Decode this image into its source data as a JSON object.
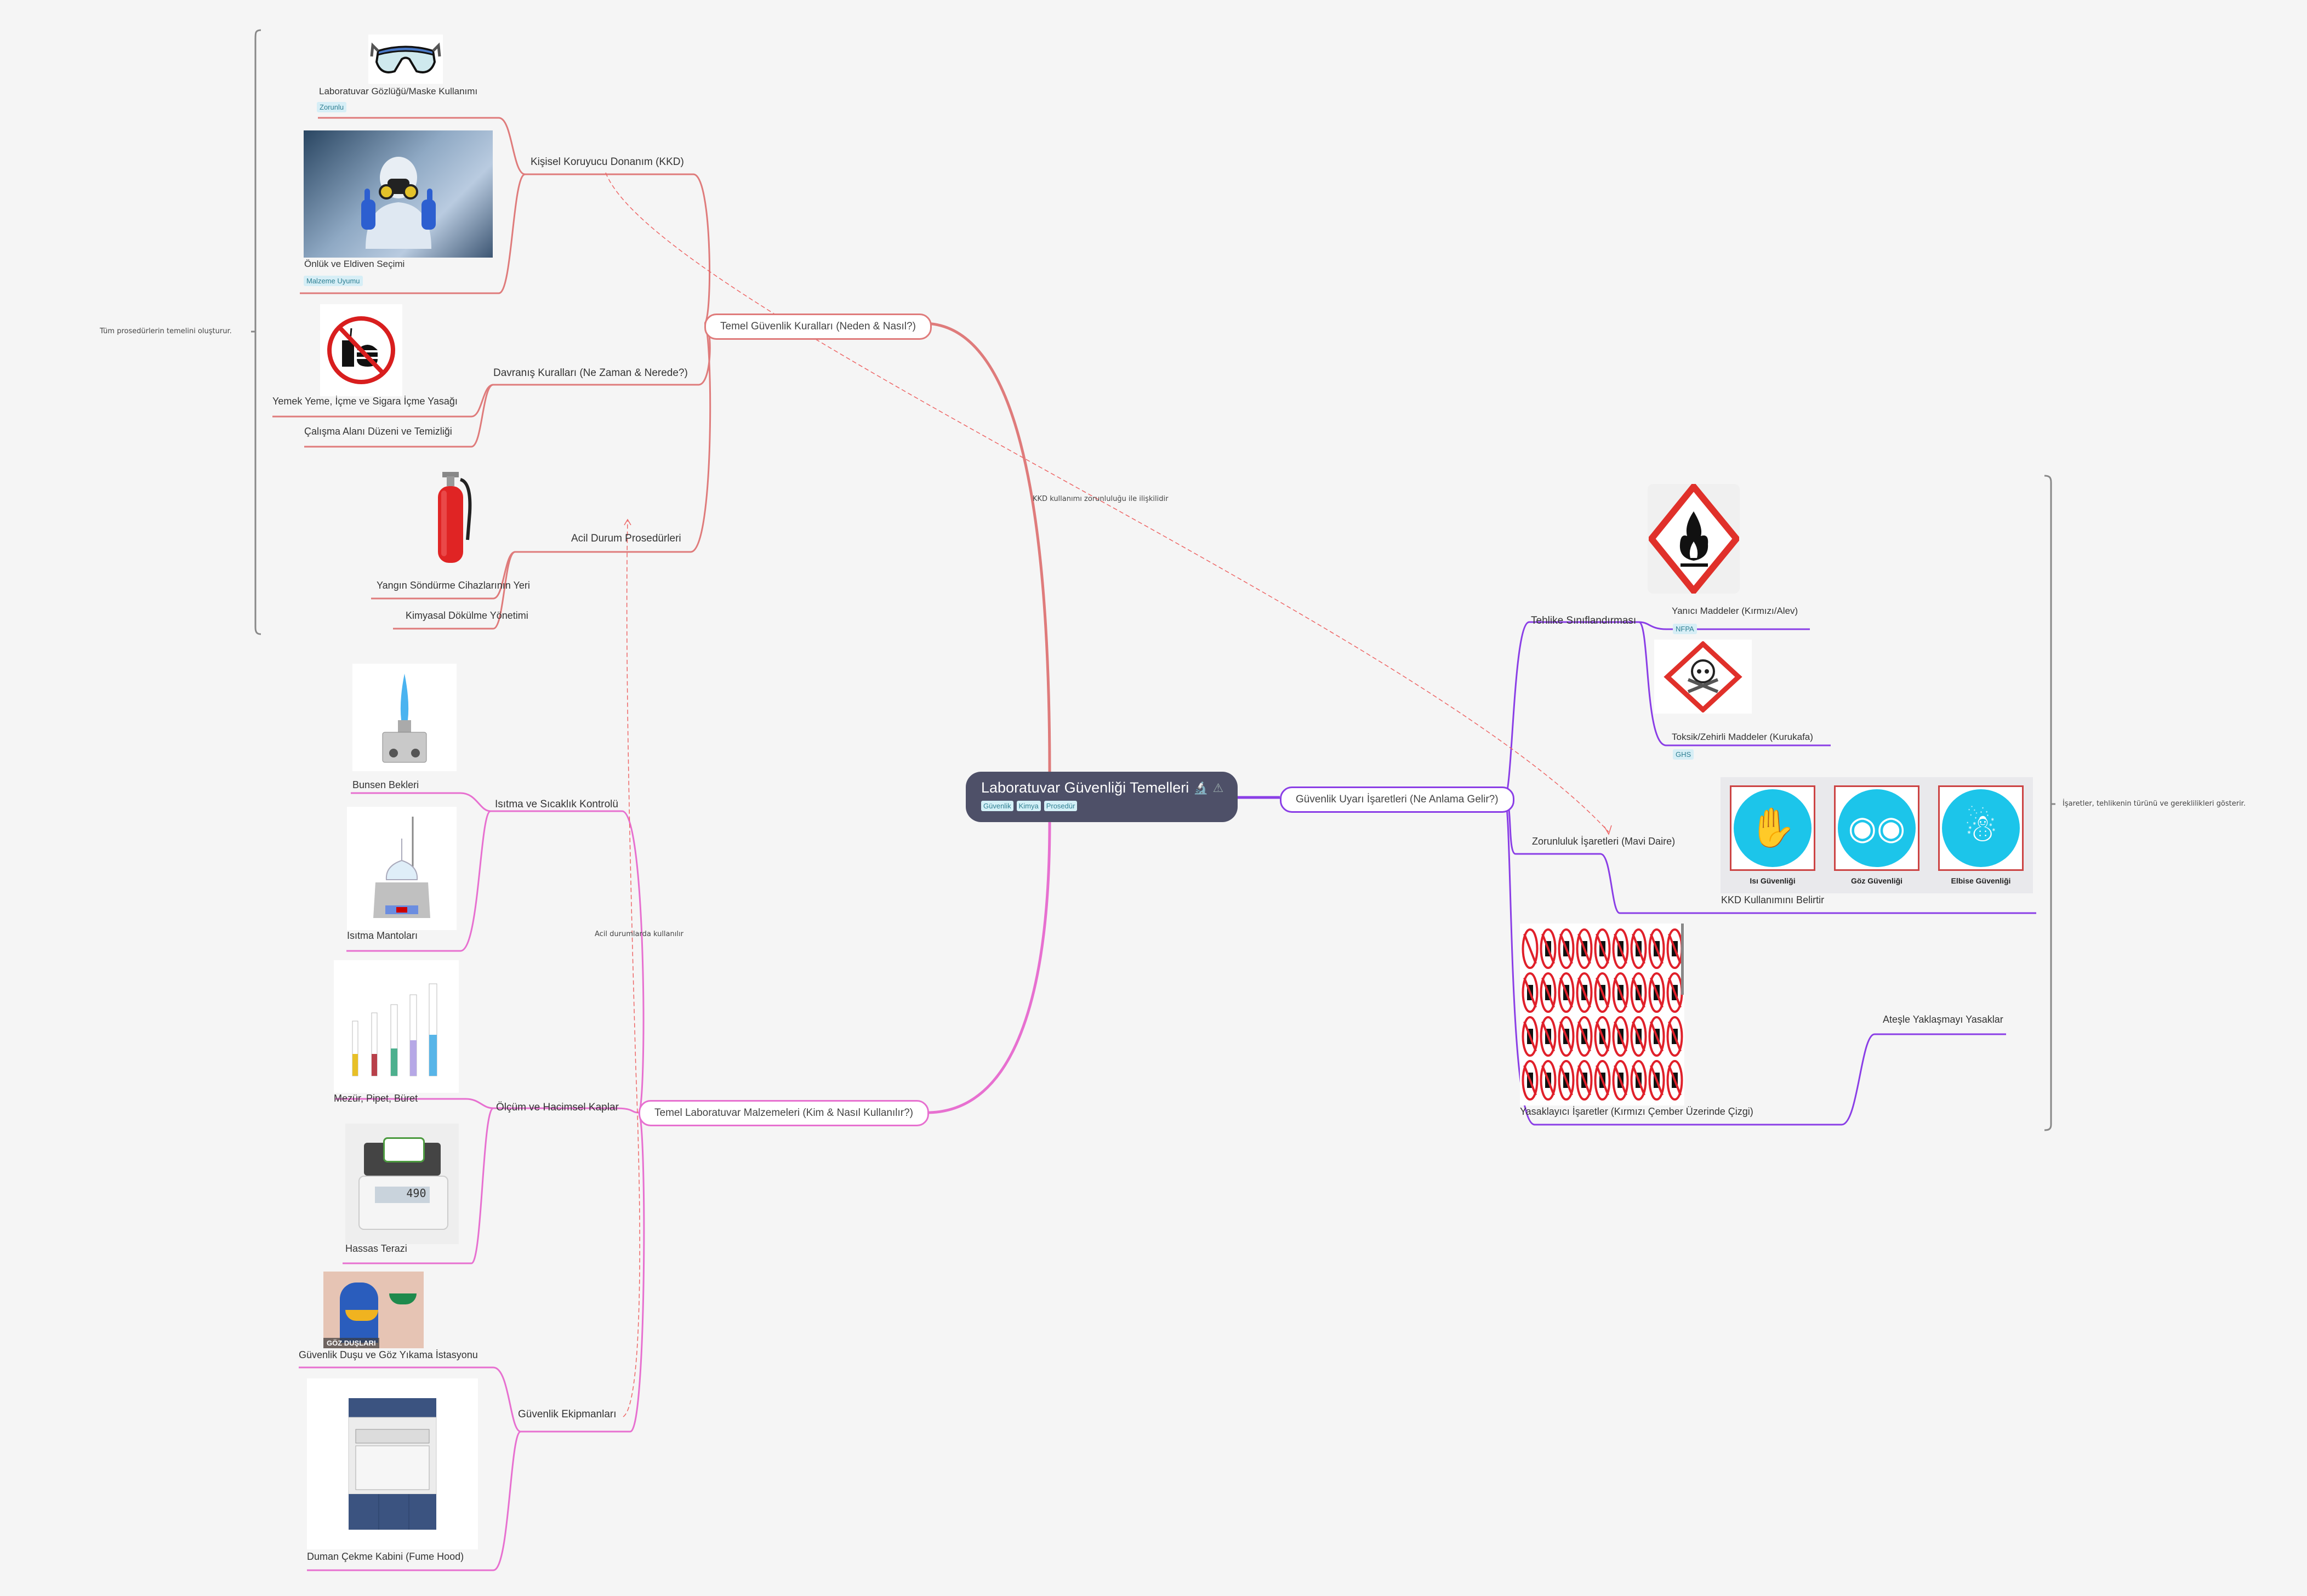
{
  "root": {
    "title": "Laboratuvar Güvenliği Temelleri",
    "icons": [
      "microscope-icon",
      "warning-icon"
    ],
    "tags": [
      "Güvenlik",
      "Kimya",
      "Prosedür"
    ]
  },
  "colors": {
    "background": "#f5f5f5",
    "root": "#4e5068",
    "branch_rules": "#df7b7b",
    "branch_signs": "#8a3ee6",
    "branch_equipment": "#e770d0",
    "tag_bg": "#d6eef6",
    "tag_text": "#2f7f92"
  },
  "branches": {
    "rules": {
      "label": "Temel Güvenlik Kuralları (Neden & Nasıl?)",
      "summary": "Tüm prosedürlerin temelini oluşturur.",
      "children": [
        {
          "label": "Kişisel Koruyucu Donanım (KKD)",
          "children": [
            {
              "label": "Laboratuvar Gözlüğü/Maske Kullanımı",
              "tag": "Zorunlu",
              "image": "safety-goggles"
            },
            {
              "label": "Önlük ve Eldiven Seçimi",
              "tag": "Malzeme Uyumu",
              "image": "ppe-worker-photo"
            }
          ]
        },
        {
          "label": "Davranış Kuralları (Ne Zaman & Nerede?)",
          "children": [
            {
              "label": "Yemek Yeme, İçme ve Sigara İçme Yasağı",
              "image": "no-food-drink-sign"
            },
            {
              "label": "Çalışma Alanı Düzeni ve Temizliği"
            }
          ]
        },
        {
          "label": "Acil Durum Prosedürleri",
          "children": [
            {
              "label": "Yangın Söndürme Cihazlarının Yeri",
              "image": "fire-extinguisher"
            },
            {
              "label": "Kimyasal Dökülme Yönetimi"
            }
          ]
        }
      ]
    },
    "signs": {
      "label": "Güvenlik Uyarı İşaretleri (Ne Anlama Gelir?)",
      "summary": "İşaretler, tehlikenin türünü ve gereklilikleri gösterir.",
      "children": [
        {
          "label": "Tehlike Sınıflandırması",
          "children": [
            {
              "label": "Yanıcı Maddeler (Kırmızı/Alev)",
              "tag": "NFPA",
              "image": "flammable-ghs-pictogram"
            },
            {
              "label": "Toksik/Zehirli Maddeler (Kurukafa)",
              "tag": "GHS",
              "image": "toxic-skull-pictogram"
            }
          ]
        },
        {
          "label": "Zorunluluk İşaretleri (Mavi Daire)",
          "children": [
            {
              "label": "KKD Kullanımını Belirtir",
              "image": "mandatory-signs",
              "image_captions": [
                "Isı Güvenliği",
                "Göz Güvenliği",
                "Elbise Güvenliği"
              ]
            }
          ]
        },
        {
          "label": "Yasaklayıcı İşaretler (Kırmızı Çember Üzerinde Çizgi)",
          "image": "prohibition-signs-grid",
          "children": [
            {
              "label": "Ateşle Yaklaşmayı Yasaklar"
            }
          ]
        }
      ]
    },
    "equipment": {
      "label": "Temel Laboratuvar Malzemeleri (Kim & Nasıl Kullanılır?)",
      "children": [
        {
          "label": "Isıtma ve Sıcaklık Kontrolü",
          "children": [
            {
              "label": "Bunsen Bekleri",
              "image": "bunsen-burner"
            },
            {
              "label": "Isıtma Mantoları",
              "image": "heating-mantle"
            }
          ]
        },
        {
          "label": "Ölçüm ve Hacimsel Kaplar",
          "children": [
            {
              "label": "Mezür, Pipet, Büret",
              "image": "graduated-cylinders"
            },
            {
              "label": "Hassas Terazi",
              "image": "precision-balance",
              "display_value": "490"
            }
          ]
        },
        {
          "label": "Güvenlik Ekipmanları",
          "children": [
            {
              "label": "Güvenlik Duşu ve Göz Yıkama İstasyonu",
              "image": "eyewash-station",
              "image_caption": "GÖZ DUŞLARI"
            },
            {
              "label": "Duman Çekme Kabini (Fume Hood)",
              "image": "fume-hood"
            }
          ]
        }
      ]
    }
  },
  "relationships": [
    {
      "from": "Kişisel Koruyucu Donanım (KKD)",
      "to": "Zorunluluk İşaretleri (Mavi Daire)",
      "label": "KKD kullanımı zorunluluğu ile ilişkilidir"
    },
    {
      "from": "Güvenlik Ekipmanları",
      "to": "Acil Durum Prosedürleri",
      "label": "Acil durumlarda kullanılır"
    }
  ]
}
